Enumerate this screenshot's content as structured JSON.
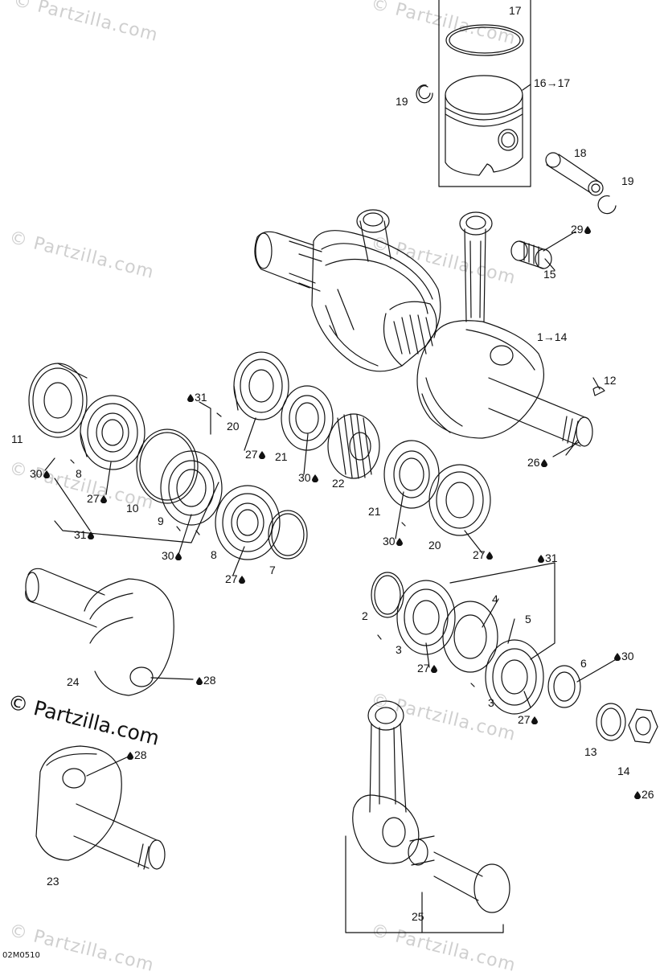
{
  "watermark": "© Partzilla.com",
  "copyright": "© Partzilla.com",
  "diagram_code": "02M0510",
  "labels": [
    {
      "id": "l17",
      "text": "17",
      "drop": false
    },
    {
      "id": "l16",
      "text": "16→17",
      "drop": false
    },
    {
      "id": "l19a",
      "text": "19",
      "drop": false
    },
    {
      "id": "l18",
      "text": "18",
      "drop": false
    },
    {
      "id": "l19b",
      "text": "19",
      "drop": false
    },
    {
      "id": "l29",
      "text": "29",
      "drop": true
    },
    {
      "id": "l15",
      "text": "15",
      "drop": false
    },
    {
      "id": "l1",
      "text": "1→14",
      "drop": false
    },
    {
      "id": "l12",
      "text": "12",
      "drop": false
    },
    {
      "id": "l26a",
      "text": "26",
      "drop": true
    },
    {
      "id": "l11",
      "text": "11",
      "drop": false
    },
    {
      "id": "l31a",
      "text": "31",
      "drop": true,
      "drop_first": true
    },
    {
      "id": "l20a",
      "text": "20",
      "drop": false
    },
    {
      "id": "l30a",
      "text": "30",
      "drop": true
    },
    {
      "id": "l8a",
      "text": "8",
      "drop": false
    },
    {
      "id": "l27a",
      "text": "27",
      "drop": true
    },
    {
      "id": "l10",
      "text": "10",
      "drop": false
    },
    {
      "id": "l27b",
      "text": "27",
      "drop": true
    },
    {
      "id": "l21a",
      "text": "21",
      "drop": false
    },
    {
      "id": "l30b",
      "text": "30",
      "drop": true
    },
    {
      "id": "l22",
      "text": "22",
      "drop": false
    },
    {
      "id": "l9",
      "text": "9",
      "drop": false
    },
    {
      "id": "l31b",
      "text": "31",
      "drop": true
    },
    {
      "id": "l30c",
      "text": "30",
      "drop": true
    },
    {
      "id": "l8b",
      "text": "8",
      "drop": false
    },
    {
      "id": "l27c",
      "text": "27",
      "drop": true
    },
    {
      "id": "l7",
      "text": "7",
      "drop": false
    },
    {
      "id": "l21b",
      "text": "21",
      "drop": false
    },
    {
      "id": "l30d",
      "text": "30",
      "drop": true
    },
    {
      "id": "l20b",
      "text": "20",
      "drop": false
    },
    {
      "id": "l27d",
      "text": "27",
      "drop": true
    },
    {
      "id": "l31c",
      "text": "31",
      "drop": true,
      "drop_first": true
    },
    {
      "id": "l2",
      "text": "2",
      "drop": false
    },
    {
      "id": "l4",
      "text": "4",
      "drop": false
    },
    {
      "id": "l5",
      "text": "5",
      "drop": false
    },
    {
      "id": "l3a",
      "text": "3",
      "drop": false
    },
    {
      "id": "l27e",
      "text": "27",
      "drop": true
    },
    {
      "id": "l6",
      "text": "6",
      "drop": false
    },
    {
      "id": "l30e",
      "text": "30",
      "drop": true,
      "drop_first": true
    },
    {
      "id": "l3b",
      "text": "3",
      "drop": false
    },
    {
      "id": "l27f",
      "text": "27",
      "drop": true
    },
    {
      "id": "l24",
      "text": "24",
      "drop": false
    },
    {
      "id": "l28a",
      "text": "28",
      "drop": true,
      "drop_first": true
    },
    {
      "id": "l28b",
      "text": "28",
      "drop": true,
      "drop_first": true
    },
    {
      "id": "l13",
      "text": "13",
      "drop": false
    },
    {
      "id": "l14",
      "text": "14",
      "drop": false
    },
    {
      "id": "l26b",
      "text": "26",
      "drop": true,
      "drop_first": true
    },
    {
      "id": "l23",
      "text": "23",
      "drop": false
    },
    {
      "id": "l25",
      "text": "25",
      "drop": false
    }
  ]
}
